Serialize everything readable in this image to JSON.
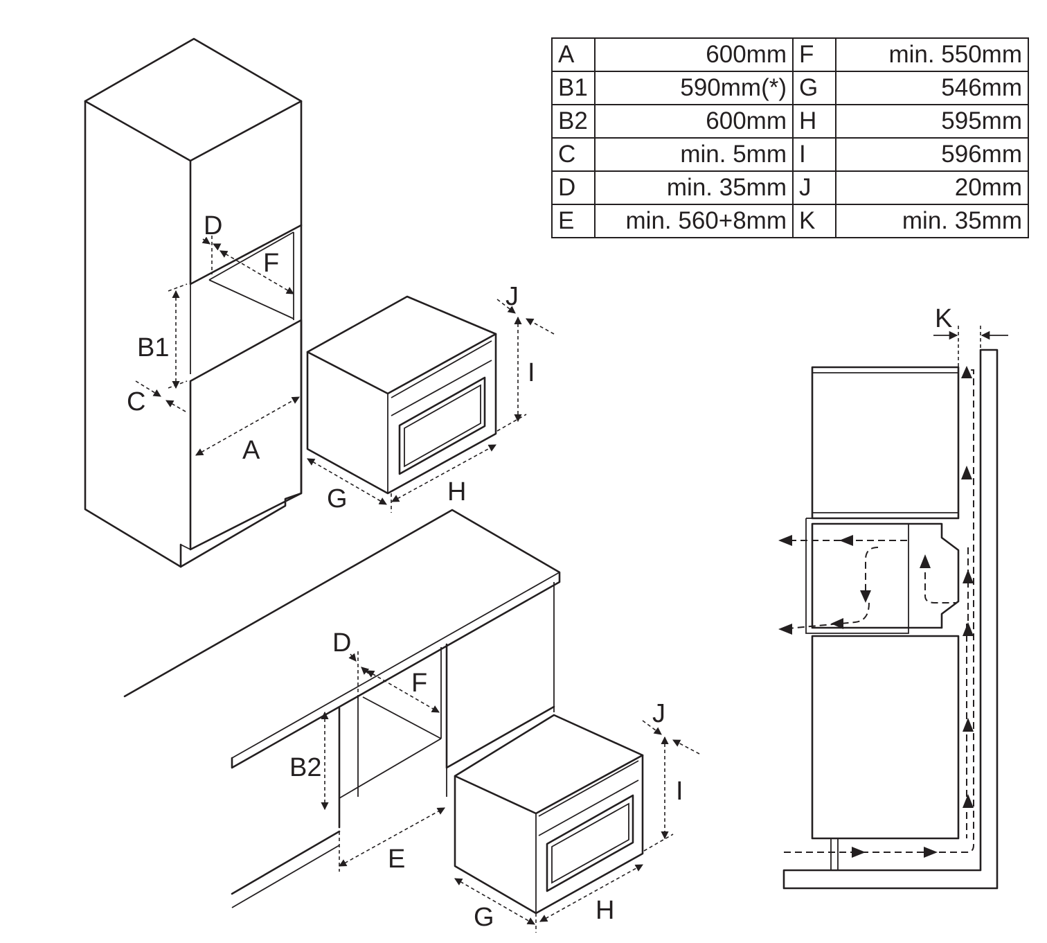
{
  "spec_table": {
    "rows": [
      {
        "k1": "A",
        "v1": "600mm",
        "k2": "F",
        "v2": "min. 550mm"
      },
      {
        "k1": "B1",
        "v1": "590mm(*)",
        "k2": "G",
        "v2": "546mm"
      },
      {
        "k1": "B2",
        "v1": "600mm",
        "k2": "H",
        "v2": "595mm"
      },
      {
        "k1": "C",
        "v1": "min. 5mm",
        "k2": "I",
        "v2": "596mm"
      },
      {
        "k1": "D",
        "v1": "min. 35mm",
        "k2": "J",
        "v2": "20mm"
      },
      {
        "k1": "E",
        "v1": "min. 560+8mm",
        "k2": "K",
        "v2": "min. 35mm"
      }
    ]
  },
  "labels": {
    "A": "A",
    "B1": "B1",
    "B2": "B2",
    "C": "C",
    "D": "D",
    "E": "E",
    "F": "F",
    "G": "G",
    "H": "H",
    "I": "I",
    "J": "J",
    "K": "K"
  }
}
